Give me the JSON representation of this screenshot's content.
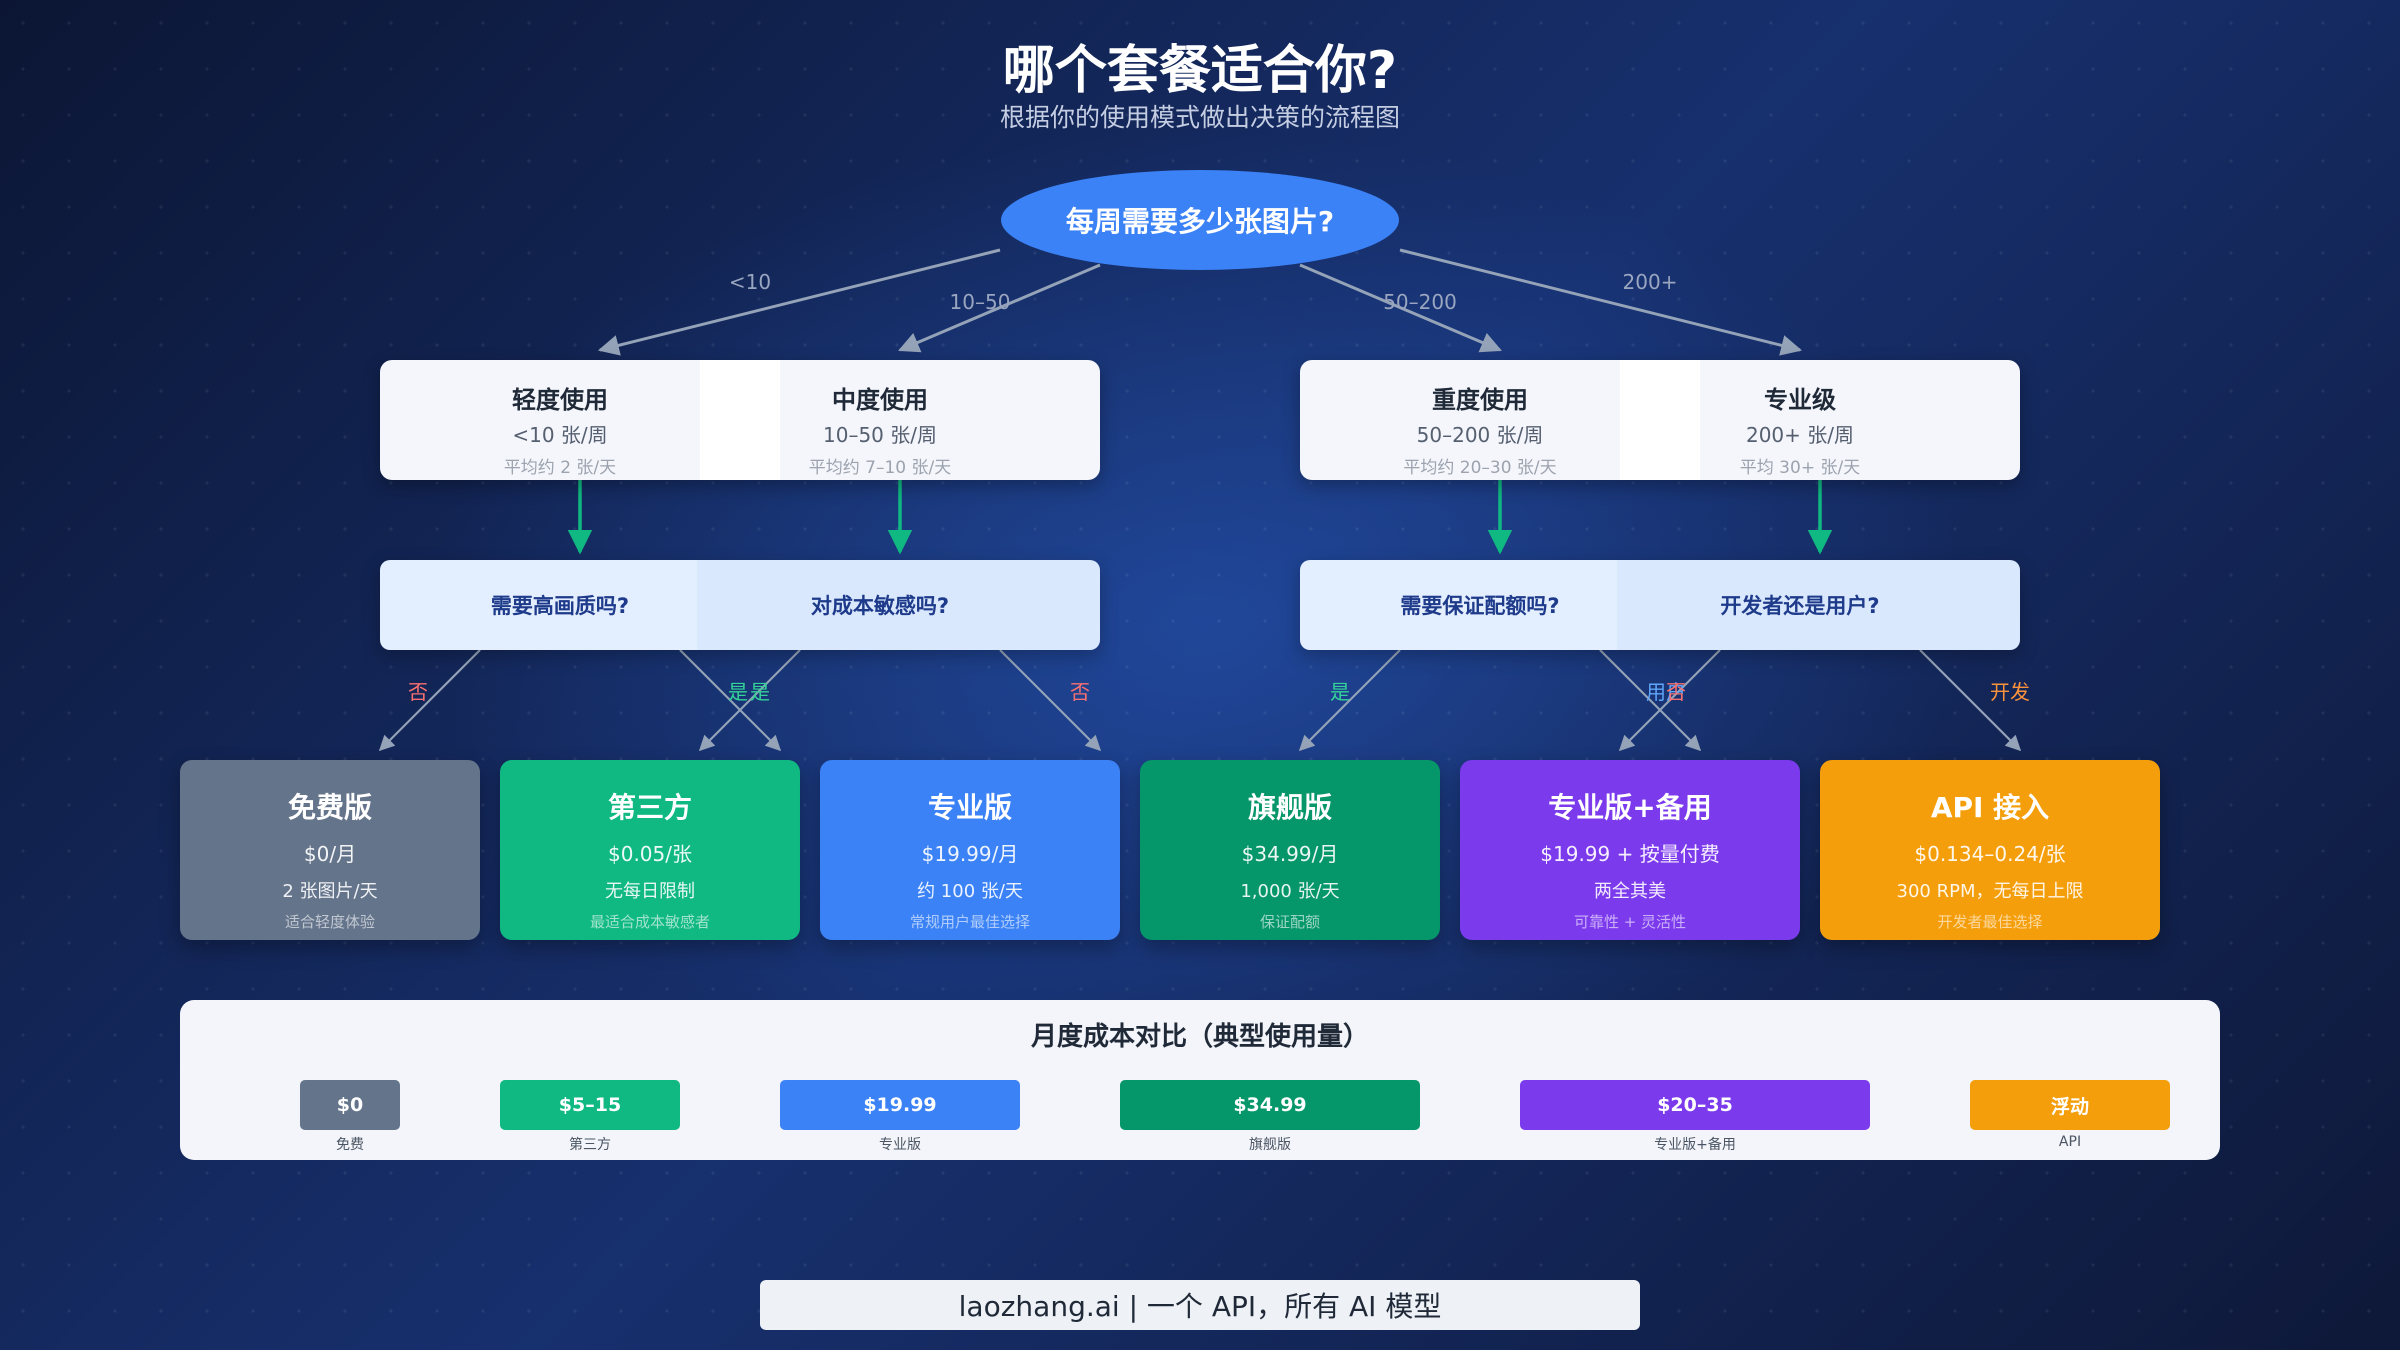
{
  "header": {
    "title": "哪个套餐适合你?",
    "subtitle": "根据你的使用模式做出决策的流程图"
  },
  "root_question": "每周需要多少张图片?",
  "edge_labels": {
    "lt10": "<10",
    "10_50": "10–50",
    "50_200": "50–200",
    "200plus": "200+",
    "light_no": "否",
    "light_yes": "是",
    "cost_yes": "是",
    "cost_no": "否",
    "quota_yes": "是",
    "dev_user": "用户",
    "dev_user2": "否",
    "dev_dev": "开发"
  },
  "categories": [
    {
      "name": "轻度使用",
      "range": "<10 张/周",
      "avg": "平均约 2 张/天"
    },
    {
      "name": "中度使用",
      "range": "10–50 张/周",
      "avg": "平均约 7–10 张/天"
    },
    {
      "name": "重度使用",
      "range": "50–200 张/周",
      "avg": "平均约 20–30 张/天"
    },
    {
      "name": "专业级",
      "range": "200+ 张/周",
      "avg": "平均 30+ 张/天"
    }
  ],
  "questions": [
    "需要高画质吗?",
    "对成本敏感吗?",
    "需要保证配额吗?",
    "开发者还是用户?"
  ],
  "plans": [
    {
      "name": "免费版",
      "price": "$0/月",
      "detail": "2 张图片/天",
      "note": "适合轻度体验",
      "color": "#64748b"
    },
    {
      "name": "第三方",
      "price": "$0.05/张",
      "detail": "无每日限制",
      "note": "最适合成本敏感者",
      "color": "#10b981"
    },
    {
      "name": "专业版",
      "price": "$19.99/月",
      "detail": "约 100 张/天",
      "note": "常规用户最佳选择",
      "color": "#3b82f6"
    },
    {
      "name": "旗舰版",
      "price": "$34.99/月",
      "detail": "1,000 张/天",
      "note": "保证配额",
      "color": "#059669"
    },
    {
      "name": "专业版+备用",
      "price": "$19.99 + 按量付费",
      "detail": "两全其美",
      "note": "可靠性 + 灵活性",
      "color": "#7c3aed"
    },
    {
      "name": "API 接入",
      "price": "$0.134–0.24/张",
      "detail": "300 RPM，无每日上限",
      "note": "开发者最佳选择",
      "color": "#f59e0b"
    }
  ],
  "cost_panel": {
    "title": "月度成本对比（典型使用量）",
    "bars": [
      {
        "value": "$0",
        "label": "免费",
        "color": "#64748b"
      },
      {
        "value": "$5–15",
        "label": "第三方",
        "color": "#10b981"
      },
      {
        "value": "$19.99",
        "label": "专业版",
        "color": "#3b82f6"
      },
      {
        "value": "$34.99",
        "label": "旗舰版",
        "color": "#059669"
      },
      {
        "value": "$20–35",
        "label": "专业版+备用",
        "color": "#7c3aed"
      },
      {
        "value": "浮动",
        "label": "API",
        "color": "#f59e0b"
      }
    ]
  },
  "footer": "laozhang.ai | 一个 API，所有 AI 模型"
}
